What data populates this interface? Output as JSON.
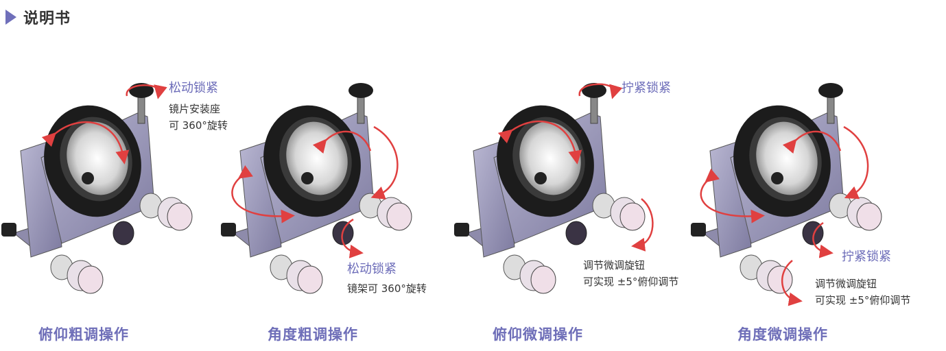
{
  "header": {
    "title": "说明书"
  },
  "panels": [
    {
      "purple_label": "松动锁紧",
      "desc_line1": "镜片安装座",
      "desc_line2": "可 360°旋转",
      "caption": "俯仰粗调操作"
    },
    {
      "purple_label": "松动锁紧",
      "desc_line1": "镜架可 360°旋转",
      "caption": "角度粗调操作"
    },
    {
      "purple_label": "拧紧锁紧",
      "desc_line1": "调节微调旋钮",
      "desc_line2": "可实现 ±5°俯仰调节",
      "caption": "俯仰微调操作"
    },
    {
      "purple_label": "拧紧锁紧",
      "desc_line1": "调节微调旋钮",
      "desc_line2": "可实现 ±5°俯仰调节",
      "caption": "角度微调操作"
    }
  ],
  "colors": {
    "accent": "#6b6bb8",
    "arrow": "#e04040",
    "frame": "#9a97b8",
    "ring": "#222222",
    "knob": "#f0dfe8"
  }
}
